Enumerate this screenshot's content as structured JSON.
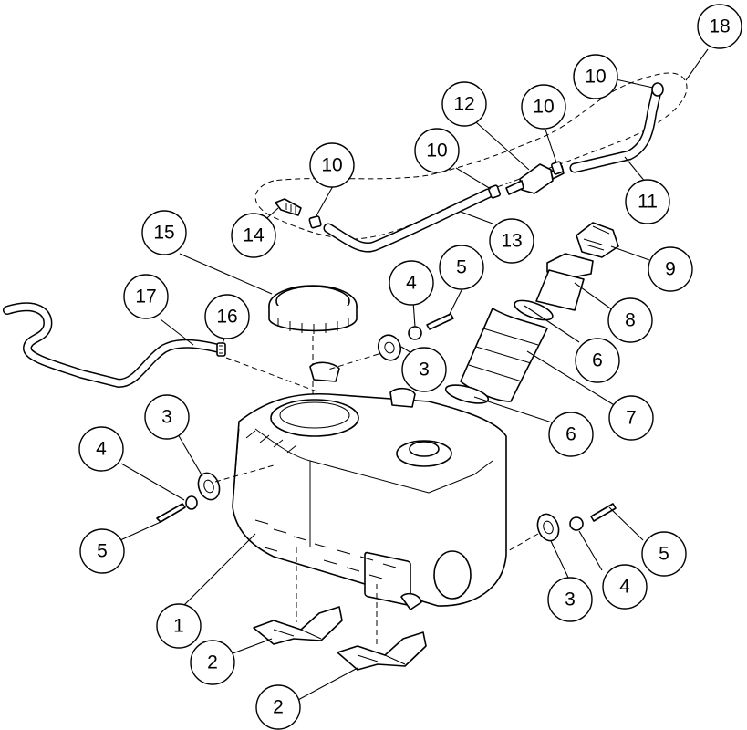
{
  "callouts": [
    {
      "id": "c1",
      "label": "1"
    },
    {
      "id": "c2a",
      "label": "2"
    },
    {
      "id": "c2b",
      "label": "2"
    },
    {
      "id": "c3a",
      "label": "3"
    },
    {
      "id": "c3b",
      "label": "3"
    },
    {
      "id": "c3c",
      "label": "3"
    },
    {
      "id": "c4a",
      "label": "4"
    },
    {
      "id": "c4b",
      "label": "4"
    },
    {
      "id": "c4c",
      "label": "4"
    },
    {
      "id": "c5a",
      "label": "5"
    },
    {
      "id": "c5b",
      "label": "5"
    },
    {
      "id": "c5c",
      "label": "5"
    },
    {
      "id": "c6a",
      "label": "6"
    },
    {
      "id": "c6b",
      "label": "6"
    },
    {
      "id": "c7",
      "label": "7"
    },
    {
      "id": "c8",
      "label": "8"
    },
    {
      "id": "c9",
      "label": "9"
    },
    {
      "id": "c10a",
      "label": "10"
    },
    {
      "id": "c10b",
      "label": "10"
    },
    {
      "id": "c10c",
      "label": "10"
    },
    {
      "id": "c10d",
      "label": "10"
    },
    {
      "id": "c11",
      "label": "11"
    },
    {
      "id": "c12",
      "label": "12"
    },
    {
      "id": "c13",
      "label": "13"
    },
    {
      "id": "c14",
      "label": "14"
    },
    {
      "id": "c15",
      "label": "15"
    },
    {
      "id": "c16",
      "label": "16"
    },
    {
      "id": "c17",
      "label": "17"
    },
    {
      "id": "c18",
      "label": "18"
    }
  ]
}
